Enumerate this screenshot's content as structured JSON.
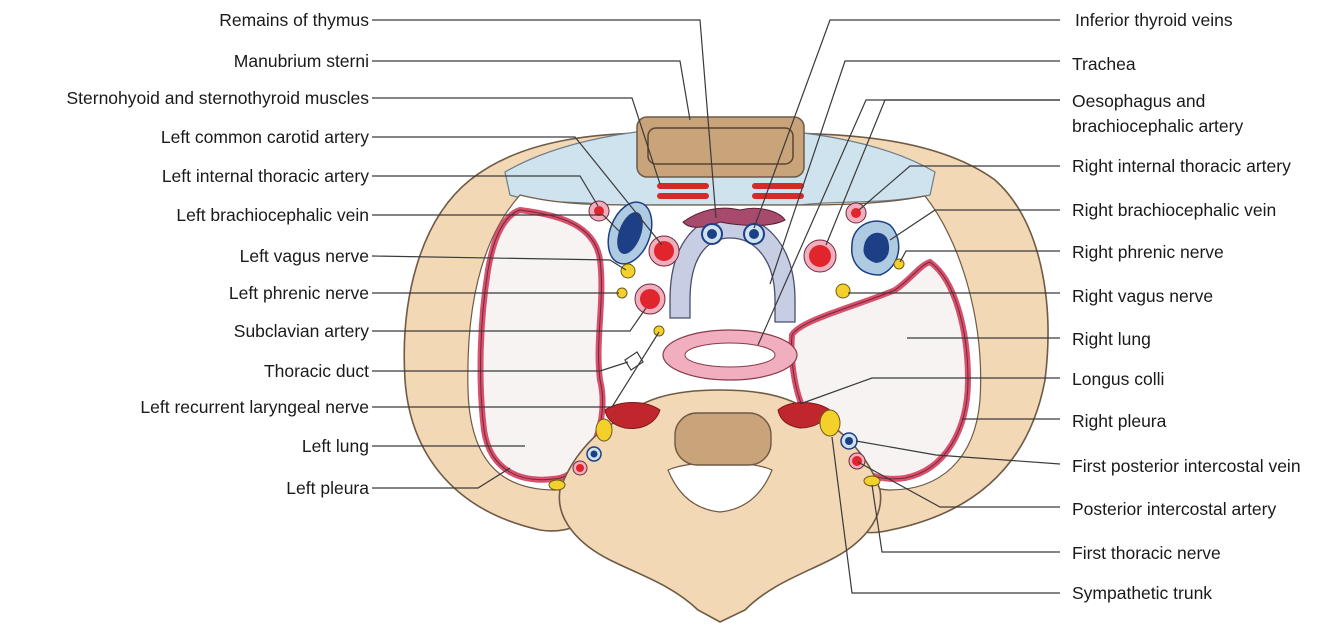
{
  "colors": {
    "bone": "#f3d8b6",
    "bone_edge": "#6e5a45",
    "muscle_blue": "#cfe3ef",
    "manubrium": "#c9a37a",
    "artery": "#e0262c",
    "vein": "#1d3f86",
    "nerve": "#f4d12a",
    "pleura": "#d8506c",
    "lung": "#f7f3f3",
    "trachea": "#c7cde3",
    "oesophagus": "#f1aebe",
    "leader": "#3a3a3a"
  },
  "labels": {
    "left": [
      "Remains of thymus",
      "Manubrium sterni",
      "Sternohyoid and sternothyroid muscles",
      "Left common carotid artery",
      "Left internal thoracic artery",
      "Left brachiocephalic vein",
      "Left vagus nerve",
      "Left phrenic nerve",
      "Subclavian artery",
      "Thoracic duct",
      "Left recurrent laryngeal nerve",
      "Left lung",
      "Left pleura"
    ],
    "right": [
      "Inferior thyroid veins",
      "Trachea",
      "Oesophagus and",
      "brachiocephalic artery",
      "Right internal thoracic artery",
      "Right brachiocephalic vein",
      "Right phrenic nerve",
      "Right vagus nerve",
      "Right lung",
      "Longus colli",
      "Right pleura",
      "First posterior intercostal vein",
      "Posterior intercostal artery",
      "First thoracic nerve",
      "Sympathetic trunk"
    ]
  }
}
